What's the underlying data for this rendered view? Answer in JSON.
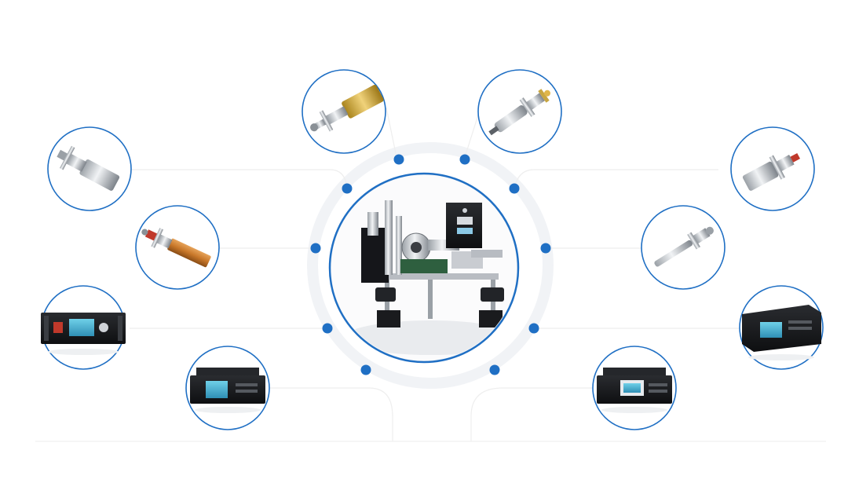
{
  "colors": {
    "accent": "#1f6fc4",
    "connector_line": "#eeeeee",
    "ring": "#f0f2f5",
    "background": "#ffffff"
  },
  "hub": {
    "image": "central-instrument-system-photo",
    "dot_count": 10
  },
  "nodes": [
    {
      "id": "top-left-gold-probe",
      "image": "gold-cylinder-vacuum-probe"
    },
    {
      "id": "top-right-silver-probe",
      "image": "silver-vacuum-probe"
    },
    {
      "id": "left-upper-probe",
      "image": "silver-cylinder-probe"
    },
    {
      "id": "left-middle-probe",
      "image": "orange-copper-probe"
    },
    {
      "id": "left-lower-controller",
      "image": "rack-controller-unit"
    },
    {
      "id": "bottom-left-controller",
      "image": "rack-power-supply"
    },
    {
      "id": "right-upper-probe",
      "image": "silver-cylinder-flange-probe"
    },
    {
      "id": "right-middle-probe",
      "image": "thin-rod-probe"
    },
    {
      "id": "right-lower-controller",
      "image": "rack-controller-angled"
    },
    {
      "id": "bottom-right-controller",
      "image": "rack-power-supply-two"
    }
  ]
}
